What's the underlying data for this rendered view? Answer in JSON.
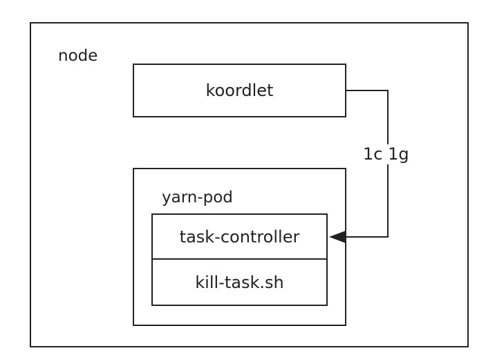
{
  "diagram": {
    "node": {
      "label": "node"
    },
    "koordlet": {
      "label": "koordlet"
    },
    "yarn_pod": {
      "label": "yarn-pod"
    },
    "task_controller": {
      "label": "task-controller"
    },
    "kill_task": {
      "label": "kill-task.sh"
    },
    "edges": [
      {
        "from": "koordlet",
        "to": "task-controller",
        "label": "1c 1g"
      }
    ]
  },
  "colors": {
    "stroke": "#222222",
    "background": "#ffffff"
  }
}
